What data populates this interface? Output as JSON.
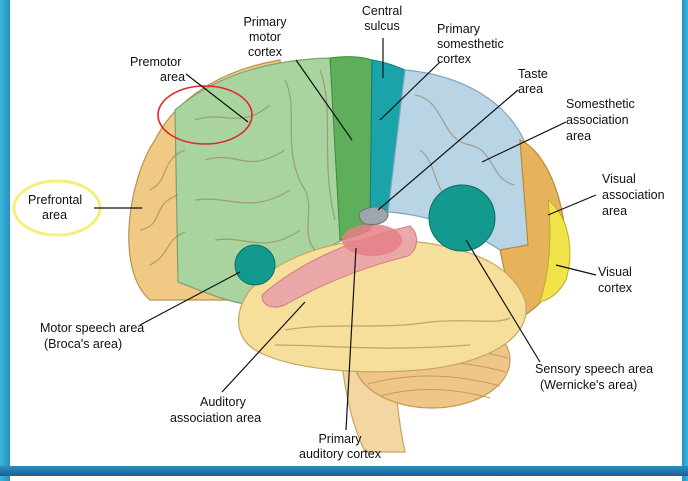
{
  "diagram": {
    "labels": {
      "premotor": [
        "Premotor",
        "area"
      ],
      "primary_motor": [
        "Primary",
        "motor",
        "cortex"
      ],
      "central_sulcus": [
        "Central",
        "sulcus"
      ],
      "primary_somesthetic": [
        "Primary",
        "somesthetic",
        "cortex"
      ],
      "taste": [
        "Taste",
        "area"
      ],
      "somesthetic_assoc": [
        "Somesthetic",
        "association",
        "area"
      ],
      "prefrontal": [
        "Prefrontal",
        "area"
      ],
      "visual_assoc": [
        "Visual",
        "association",
        "area"
      ],
      "visual_cortex": [
        "Visual",
        "cortex"
      ],
      "motor_speech": [
        "Motor speech area",
        "(Broca's area)"
      ],
      "sensory_speech": [
        "Sensory speech area",
        "(Wernicke's area)"
      ],
      "auditory_assoc": [
        "Auditory",
        "association area"
      ],
      "primary_auditory": [
        "Primary",
        "auditory cortex"
      ]
    },
    "colors": {
      "frontal": "#f0c985",
      "motor_region": "#a9d4a0",
      "primary_motor": "#5fae5a",
      "central_sulcus": "#1aa3a8",
      "somesthetic": "#b9d4e4",
      "occipital": "#e6b35c",
      "visual": "#f0e44a",
      "temporal": "#f6df9a",
      "auditory_pink": "#e9a6a8",
      "speech_teal": "#139a8f",
      "cerebellum": "#eec68a",
      "highlight_red": "#e02626",
      "highlight_yellow": "#f5ef7a"
    }
  }
}
